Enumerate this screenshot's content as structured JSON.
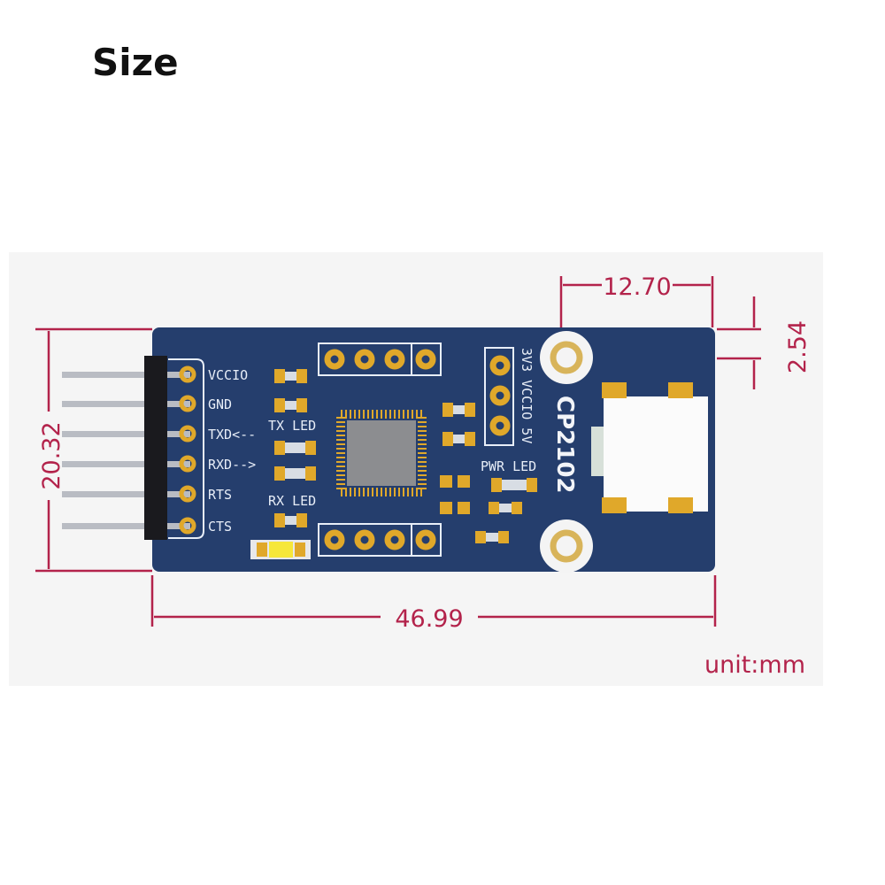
{
  "title": "Size",
  "board": {
    "chip_label": "CP2102",
    "pins": [
      "VCCIO",
      "GND",
      "TXD<--",
      "RXD-->",
      "RTS",
      "CTS"
    ],
    "tx_led": "TX LED",
    "rx_led": "RX LED",
    "pwr_led": "PWR LED",
    "jumper_label": "3V3 VCCIO 5V"
  },
  "dimensions": {
    "usb_width": "12.70",
    "usb_offset": "2.54",
    "height": "20.32",
    "length": "46.99"
  },
  "unit_label": "unit:mm",
  "colors": {
    "board": "#253e6d",
    "dimension": "#b3234b",
    "pad": "#e0a82a"
  }
}
